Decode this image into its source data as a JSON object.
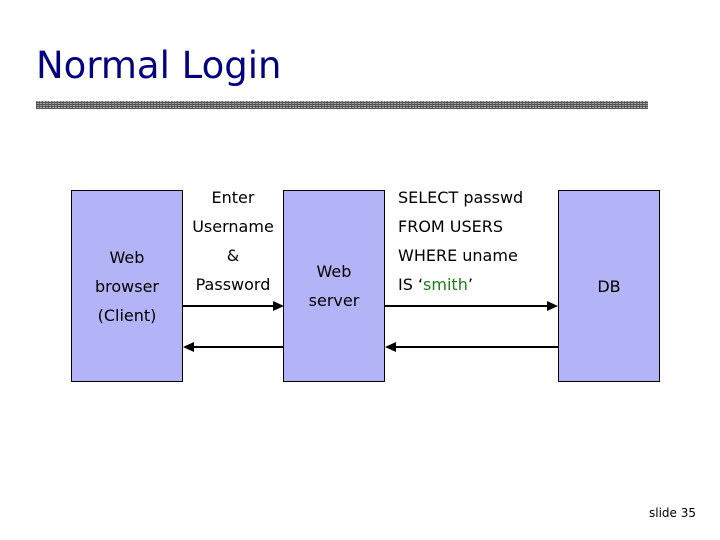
{
  "slide": {
    "title": "Normal Login",
    "number_label": "slide 35",
    "title_color": "#000080",
    "box_fill_color": "#b3b3f7",
    "box_border_color": "#000000",
    "sql_literal_color": "#1e7a1e"
  },
  "diagram": {
    "type": "flow",
    "nodes": [
      {
        "id": "client",
        "label": "Web\nbrowser\n(Client)"
      },
      {
        "id": "server",
        "label": "Web\nserver"
      },
      {
        "id": "db",
        "label": "DB"
      }
    ],
    "captions": {
      "credentials": "Enter\nUsername\n&\nPassword",
      "sql_prefix": "SELECT passwd\nFROM USERS\nWHERE uname\nIS ‘",
      "sql_literal": "smith",
      "sql_suffix": "’"
    },
    "arrows": [
      {
        "id": "request",
        "from": "client",
        "to": "server",
        "direction": "right"
      },
      {
        "id": "response",
        "from": "server",
        "to": "client",
        "direction": "left"
      },
      {
        "id": "query",
        "from": "server",
        "to": "db",
        "direction": "right"
      },
      {
        "id": "result",
        "from": "db",
        "to": "server",
        "direction": "left"
      }
    ]
  }
}
